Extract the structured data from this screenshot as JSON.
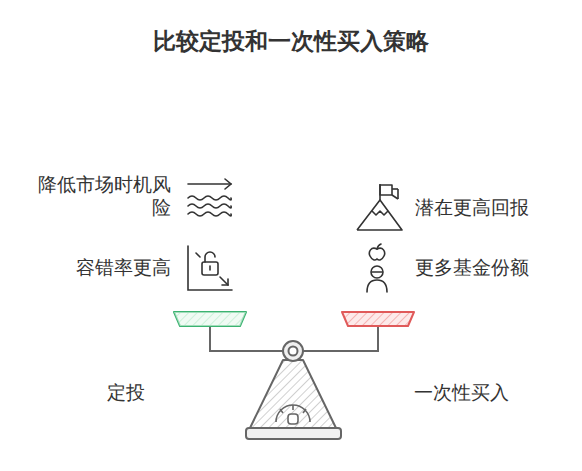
{
  "diagram": {
    "title": "比较定投和一次性买入策略",
    "labels": [
      "降低市场时机风险",
      "容错率更高",
      "潜在更高回报",
      "更多基金份额",
      "定投",
      "一次性买入"
    ]
  }
}
